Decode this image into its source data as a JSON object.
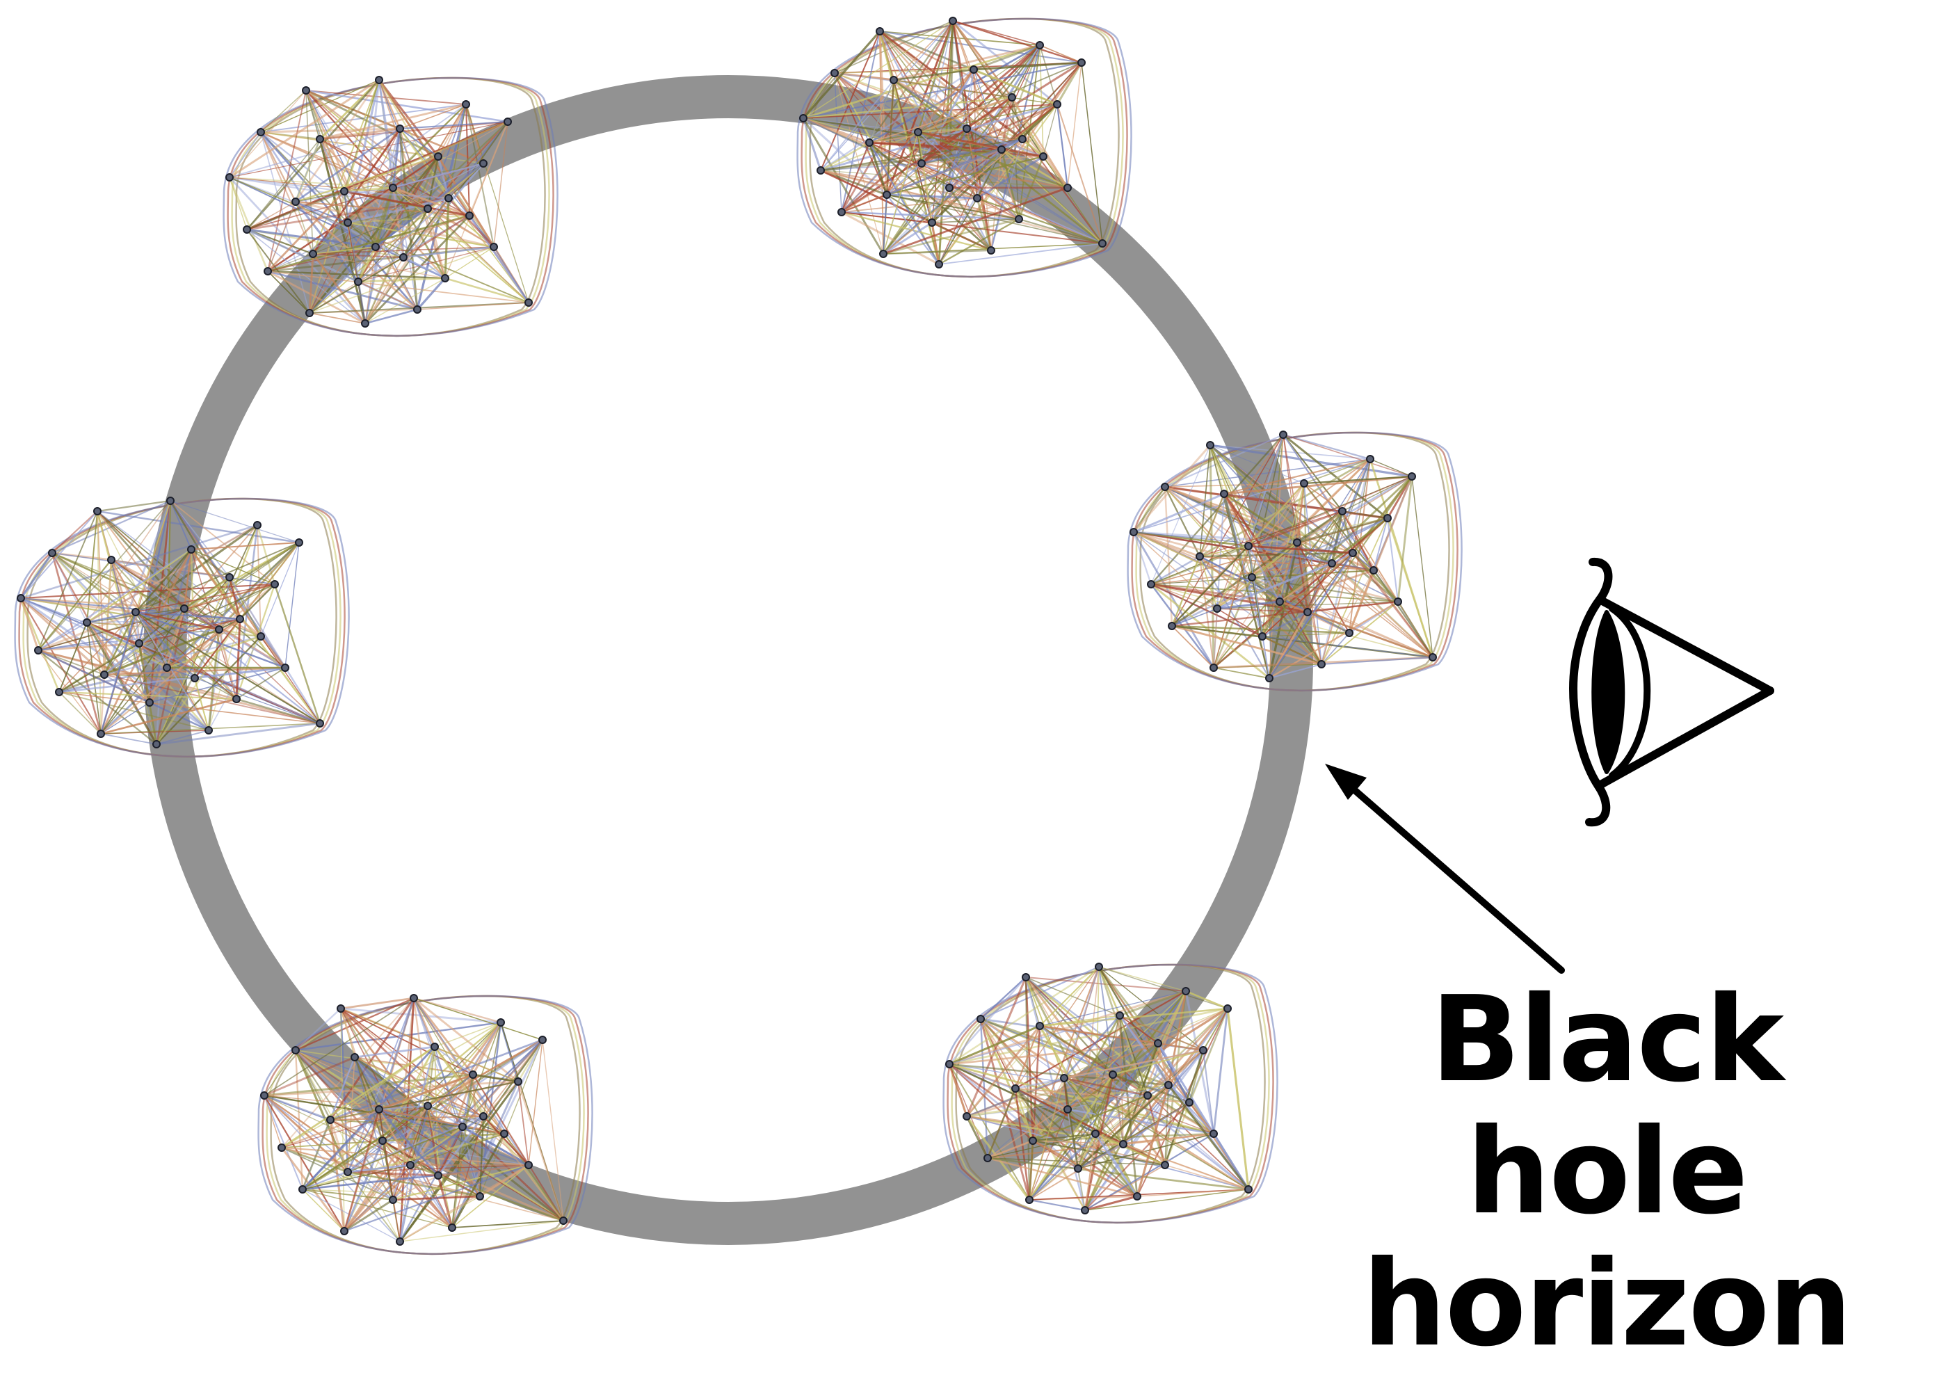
{
  "label": {
    "line1": "Black hole",
    "line2": "horizon"
  },
  "icons": {
    "observer": "eye-icon",
    "pointer": "arrow-icon"
  },
  "clusters": {
    "count": 6,
    "name": "network-graph"
  },
  "colors": {
    "horizon_ring": "#8c8c8c",
    "text": "#000000",
    "node_fill": "#5b6275",
    "node_stroke": "#1c1f2a",
    "edge_palette": [
      "#a8432f",
      "#c8845a",
      "#6c7bb8",
      "#9aa6d8",
      "#8a8a3a",
      "#c9c46a",
      "#6a6a30",
      "#d9a27a"
    ]
  }
}
